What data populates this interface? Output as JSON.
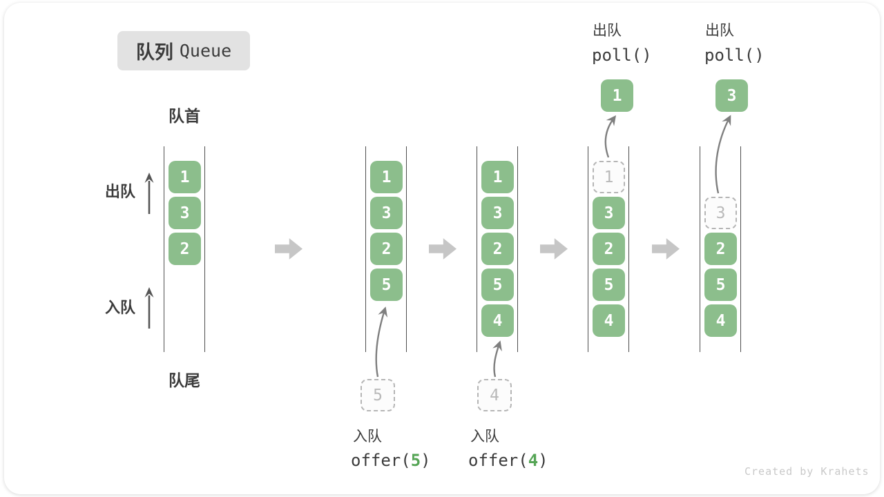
{
  "title": {
    "zh": "队列",
    "en": "Queue"
  },
  "labels": {
    "front": "队首",
    "rear": "队尾",
    "dequeue": "出队",
    "enqueue": "入队"
  },
  "watermark": "Created by Krahets",
  "colors": {
    "element_green": "#8cbe8c",
    "code_arg_green": "#56a556",
    "dashed_gray": "#b5b5b5",
    "block_arrow_gray": "#c6c6c6",
    "channel_line": "#4d4d4d",
    "text": "#3b3b3b"
  },
  "states": [
    {
      "boxes": [
        {
          "value": "1",
          "style": "solid"
        },
        {
          "value": "3",
          "style": "solid"
        },
        {
          "value": "2",
          "style": "solid"
        }
      ]
    },
    {
      "boxes": [
        {
          "value": "1",
          "style": "solid"
        },
        {
          "value": "3",
          "style": "solid"
        },
        {
          "value": "2",
          "style": "solid"
        },
        {
          "value": "5",
          "style": "solid"
        }
      ],
      "incoming": {
        "value": "5"
      },
      "op": {
        "label": "入队",
        "code_pre": "offer(",
        "code_arg": "5",
        "code_post": ")"
      }
    },
    {
      "boxes": [
        {
          "value": "1",
          "style": "solid"
        },
        {
          "value": "3",
          "style": "solid"
        },
        {
          "value": "2",
          "style": "solid"
        },
        {
          "value": "5",
          "style": "solid"
        },
        {
          "value": "4",
          "style": "solid"
        }
      ],
      "incoming": {
        "value": "4"
      },
      "op": {
        "label": "入队",
        "code_pre": "offer(",
        "code_arg": "4",
        "code_post": ")"
      }
    },
    {
      "boxes": [
        {
          "value": "1",
          "style": "dashed"
        },
        {
          "value": "3",
          "style": "solid"
        },
        {
          "value": "2",
          "style": "solid"
        },
        {
          "value": "5",
          "style": "solid"
        },
        {
          "value": "4",
          "style": "solid"
        }
      ],
      "outgoing": {
        "value": "1"
      },
      "op": {
        "label": "出队",
        "code": "poll()"
      }
    },
    {
      "boxes": [
        {
          "value": "3",
          "style": "dashed"
        },
        {
          "value": "2",
          "style": "solid"
        },
        {
          "value": "5",
          "style": "solid"
        },
        {
          "value": "4",
          "style": "solid"
        }
      ],
      "outgoing": {
        "value": "3"
      },
      "op": {
        "label": "出队",
        "code": "poll()"
      }
    }
  ]
}
